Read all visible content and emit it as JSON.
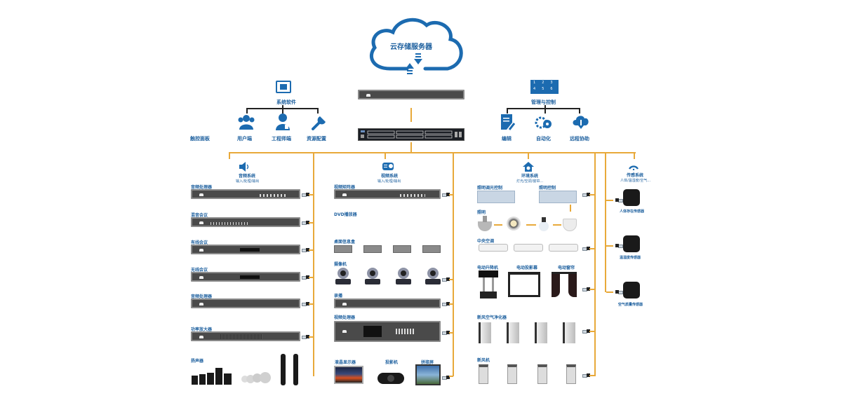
{
  "cloud": {
    "label": "云存储服务器"
  },
  "software": {
    "title": "系统软件",
    "touch_panel": "触控面板",
    "items": [
      "用户端",
      "工程师端",
      "资源配置"
    ]
  },
  "management": {
    "title": "管理与控制",
    "grid_numbers": [
      "1",
      "2",
      "3",
      "4",
      "5",
      "6"
    ],
    "items": [
      "编辑",
      "自动化",
      "远程协助"
    ]
  },
  "audio": {
    "title": "音频系统",
    "subtitle": "输入/处理/输出",
    "devices": [
      "音频处理器",
      "混音会议",
      "有线会议",
      "无线会议",
      "音频处理器",
      "功率放大器"
    ],
    "speakers_label": "扬声器"
  },
  "video": {
    "title": "视频系统",
    "subtitle": "输入/处理/输出",
    "devices": {
      "matrix": "视频矩阵器",
      "dvd": "DVD播放器",
      "desk_boxes": "桌面信息盒",
      "cameras": "摄像机",
      "recorder": "录播",
      "processor": "视频处理器"
    },
    "displays": [
      "液晶显示器",
      "投影机",
      "拼接屏"
    ]
  },
  "environment": {
    "title": "环境系统",
    "subtitle": "灯光/空调/窗帘...",
    "panels": [
      "照明调光控制",
      "照明控制"
    ],
    "lighting_label": "照明",
    "ac_label": "中央空调",
    "motors": [
      "电动升降机",
      "电动投影幕",
      "电动窗帘"
    ],
    "purifier_label": "新风空气净化器",
    "cabinet_label": "新风机"
  },
  "sensor": {
    "title": "传感系统",
    "subtitle": "人体/温湿度/空气...",
    "devices": [
      "人体存在传感器",
      "温湿度传感器",
      "空气质量传感器"
    ]
  },
  "colors": {
    "accent_blue": "#1c5f9e",
    "wire_orange": "#e8a93a",
    "device_gray": "#4a4a4a"
  }
}
